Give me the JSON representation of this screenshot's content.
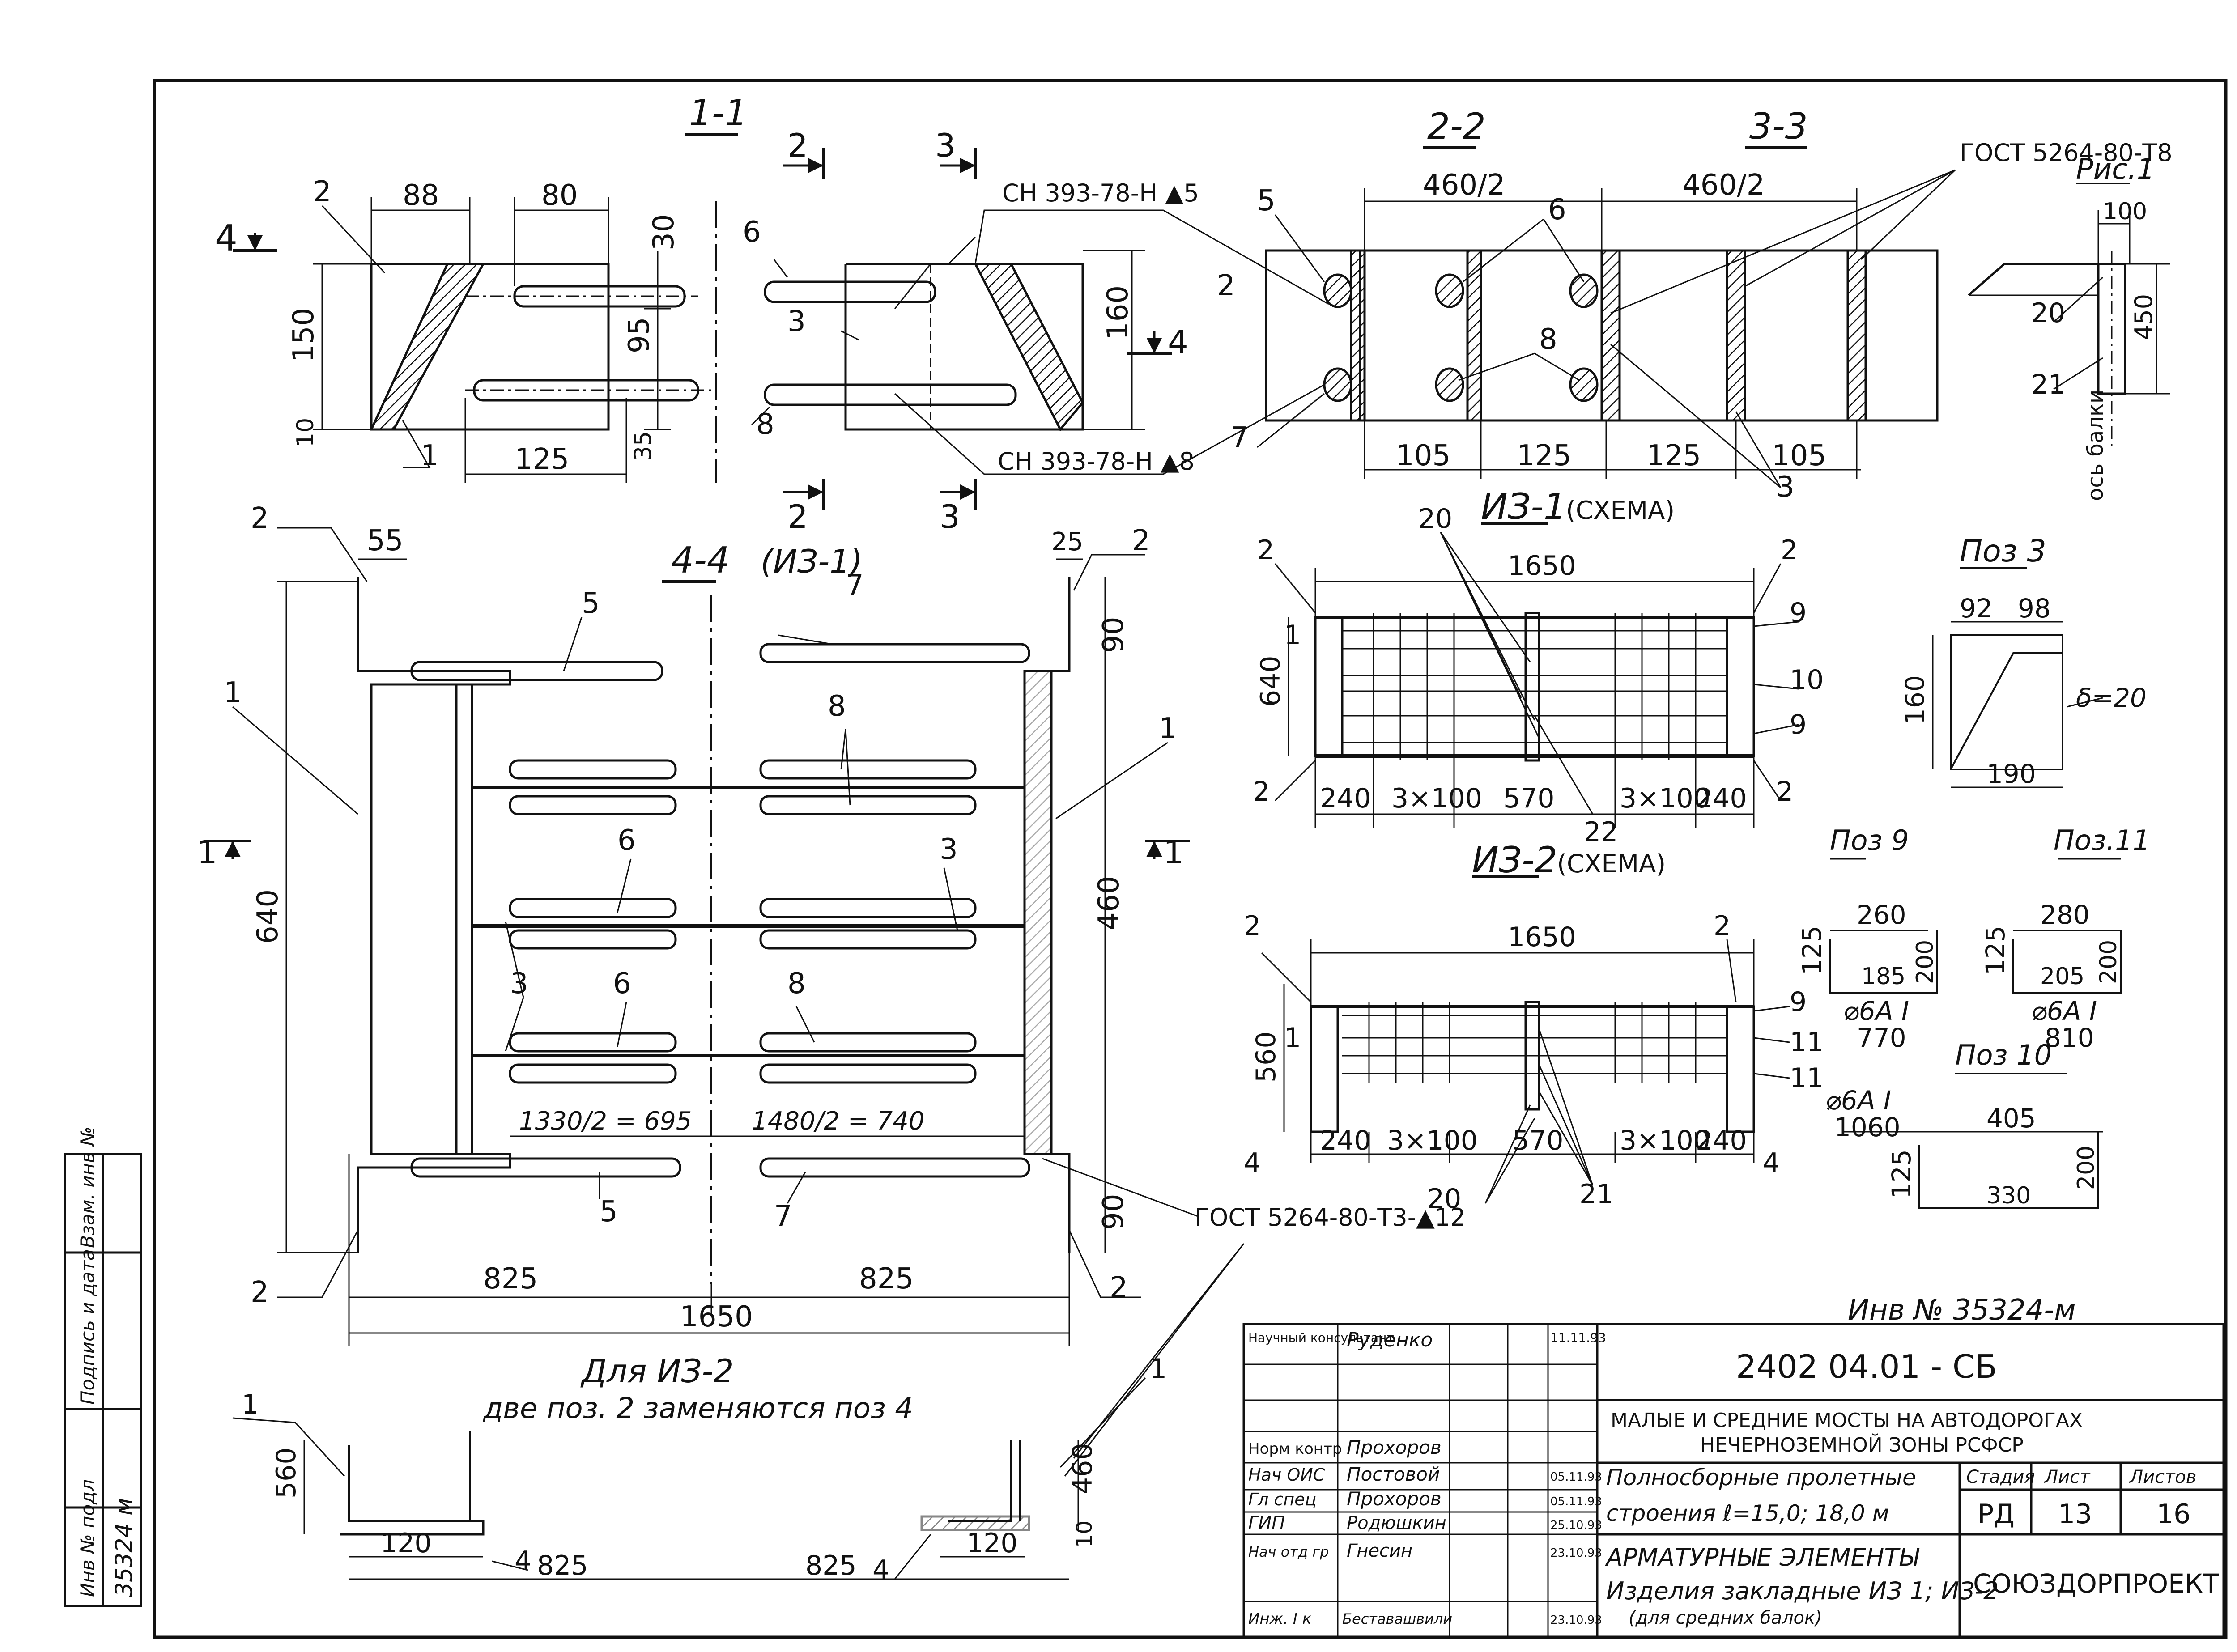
{
  "sections": {
    "s11": "1-1",
    "s22": "2-2",
    "s33": "3-3",
    "s44": "4-4",
    "s44_sub": "(ИЗ-1)",
    "iz1_schema": "ИЗ-1",
    "iz2_schema": "ИЗ-2",
    "schema_word": "(СХЕМА)",
    "fig1": "Рис.1",
    "axis": "ось балки",
    "pos3": "Поз 3",
    "pos9": "Поз 9",
    "pos11": "Поз.11",
    "pos10": "Поз 10"
  },
  "markers": {
    "m4": "4",
    "m2": "2",
    "m3": "3",
    "m1": "1"
  },
  "callouts": {
    "sn5": "СН 393-78-Н ▲5",
    "sn8": "СН 393-78-Н ▲8",
    "gost_tv": "ГОСТ 5264-80-Т8",
    "gost_t3": "ГОСТ 5264-80-Т3-▲12",
    "delta20": "δ=20"
  },
  "positions": {
    "p1": "1",
    "p2": "2",
    "p3": "3",
    "p4": "4",
    "p5": "5",
    "p6": "6",
    "p7": "7",
    "p8": "8",
    "p9": "9",
    "p10": "10",
    "p11": "11",
    "p20": "20",
    "p21": "21",
    "p22": "22"
  },
  "dims": {
    "d88": "88",
    "d80": "80",
    "d30": "30",
    "d150": "150",
    "d95": "95",
    "d10": "10",
    "d125": "125",
    "d35": "35",
    "d160": "160",
    "d460_2": "460/2",
    "d105": "105",
    "d55": "55",
    "d25": "25",
    "d90": "90",
    "d640": "640",
    "d460": "460",
    "d1330": "1330/2 = 695",
    "d1480": "1480/2 = 740",
    "d825": "825",
    "d1650": "1650",
    "d240": "240",
    "d3x100": "3×100",
    "d570": "570",
    "d560": "560",
    "d120": "120",
    "d100": "100",
    "d450": "450",
    "d92": "92",
    "d98": "98",
    "d190": "190",
    "d260": "260",
    "d185": "185",
    "d200": "200",
    "d280": "280",
    "d205": "205",
    "d405": "405",
    "d330": "330",
    "bar9": "⌀6А I",
    "bar9_len": "770",
    "bar11": "⌀6А I",
    "bar11_len": "810",
    "bar10": "⌀6А I",
    "bar10_len": "1060"
  },
  "notes": {
    "iz2_line1": "Для ИЗ-2",
    "iz2_line2": "две поз. 2 заменяются поз 4"
  },
  "inventory": "Инв № 35324-м",
  "side_stamp": {
    "inv_orig_label": "Инв № подл",
    "inv_orig_value": "35324 м",
    "sign_date": "Подпись и дата",
    "replace": "Взам. инв №"
  },
  "title_block": {
    "doc_code": "2402 04.01 - СБ",
    "project_line1": "МАЛЫЕ И СРЕДНИЕ МОСТЫ НА АВТОДОРОГАХ",
    "project_line2": "НЕЧЕРНОЗЕМНОЙ ЗОНЫ РСФСР",
    "object_line1": "Полносборные пролетные",
    "object_line2": "строения ℓ=15,0; 18,0 м",
    "sheet_name1": "АРМАТУРНЫЕ ЭЛЕМЕНТЫ",
    "sheet_name2": "Изделия закладные ИЗ 1; ИЗ-2",
    "sheet_name3": "(для средних балок)",
    "stage_label": "Стадия",
    "sheet_label": "Лист",
    "sheets_label": "Листов",
    "stage": "РД",
    "sheet": "13",
    "sheets": "16",
    "org": "СОЮЗДОРПРОЕКТ",
    "rows": [
      {
        "role": "Научный консультант",
        "name": "Руденко",
        "date": "11.11.93"
      },
      {
        "role": "",
        "name": "",
        "date": ""
      },
      {
        "role": "Норм контр",
        "name": "Прохоров",
        "date": ""
      },
      {
        "role": "Нач ОИС",
        "name": "Постовой",
        "date": "05.11.93"
      },
      {
        "role": "Гл спец",
        "name": "Прохоров",
        "date": "05.11.93"
      },
      {
        "role": "ГИП",
        "name": "Родюшкин",
        "date": "25.10.93"
      },
      {
        "role": "Нач отд гр",
        "name": "Гнесин",
        "date": "23.10.93"
      },
      {
        "role": "Инж. I к",
        "name": "Беставашвили",
        "date": "23.10.93"
      }
    ]
  }
}
